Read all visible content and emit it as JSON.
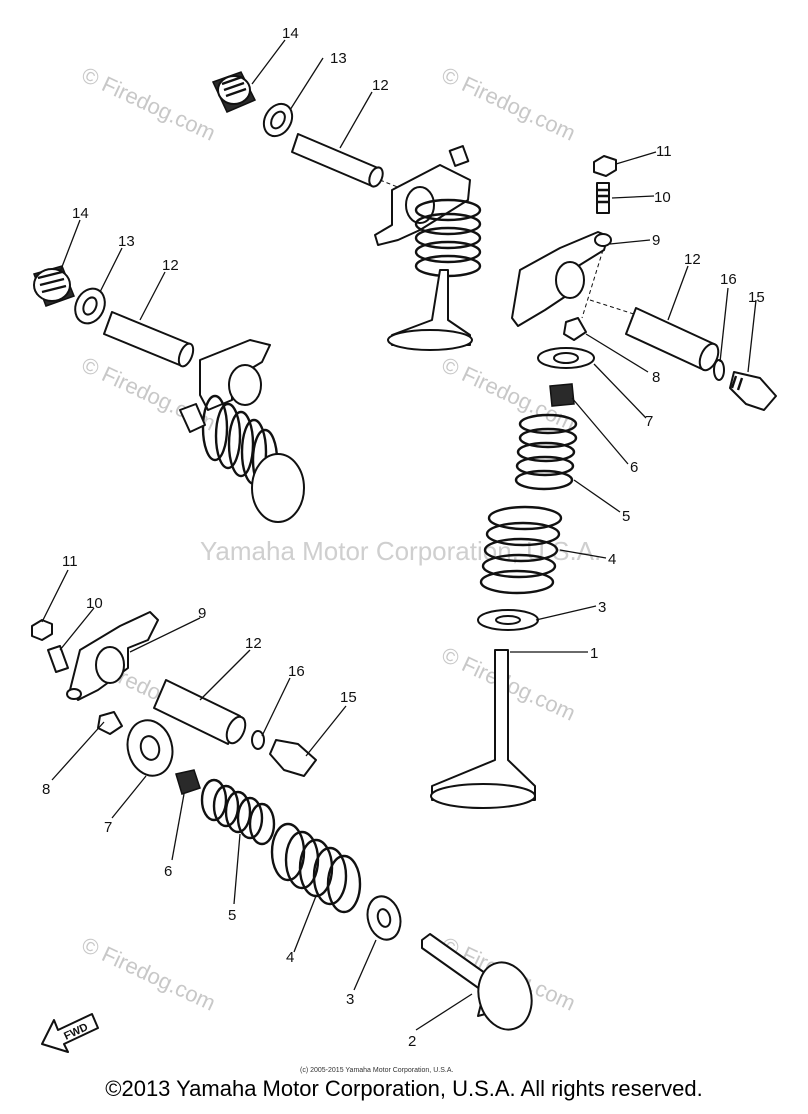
{
  "watermark": {
    "brand": "© Firedog.com",
    "center_text": "Yamaha Motor Corporation, U.S.A."
  },
  "fwd_label": "FWD",
  "small_credit": "(c) 2005-2015 Yamaha Motor Corporation, U.S.A.",
  "copyright": "©2013 Yamaha Motor Corporation, U.S.A. All rights reserved.",
  "callouts": {
    "c1": "1",
    "c2": "2",
    "c3a": "3",
    "c3b": "3",
    "c4a": "4",
    "c4b": "4",
    "c5a": "5",
    "c5b": "5",
    "c6a": "6",
    "c6b": "6",
    "c7a": "7",
    "c7b": "7",
    "c8a": "8",
    "c8b": "8",
    "c9a": "9",
    "c9b": "9",
    "c10a": "10",
    "c10b": "10",
    "c11a": "11",
    "c11b": "11",
    "c12a": "12",
    "c12b": "12",
    "c12c": "12",
    "c12d": "12",
    "c13a": "13",
    "c13b": "13",
    "c14a": "14",
    "c14b": "14",
    "c15a": "15",
    "c15b": "15",
    "c16a": "16",
    "c16b": "16"
  }
}
